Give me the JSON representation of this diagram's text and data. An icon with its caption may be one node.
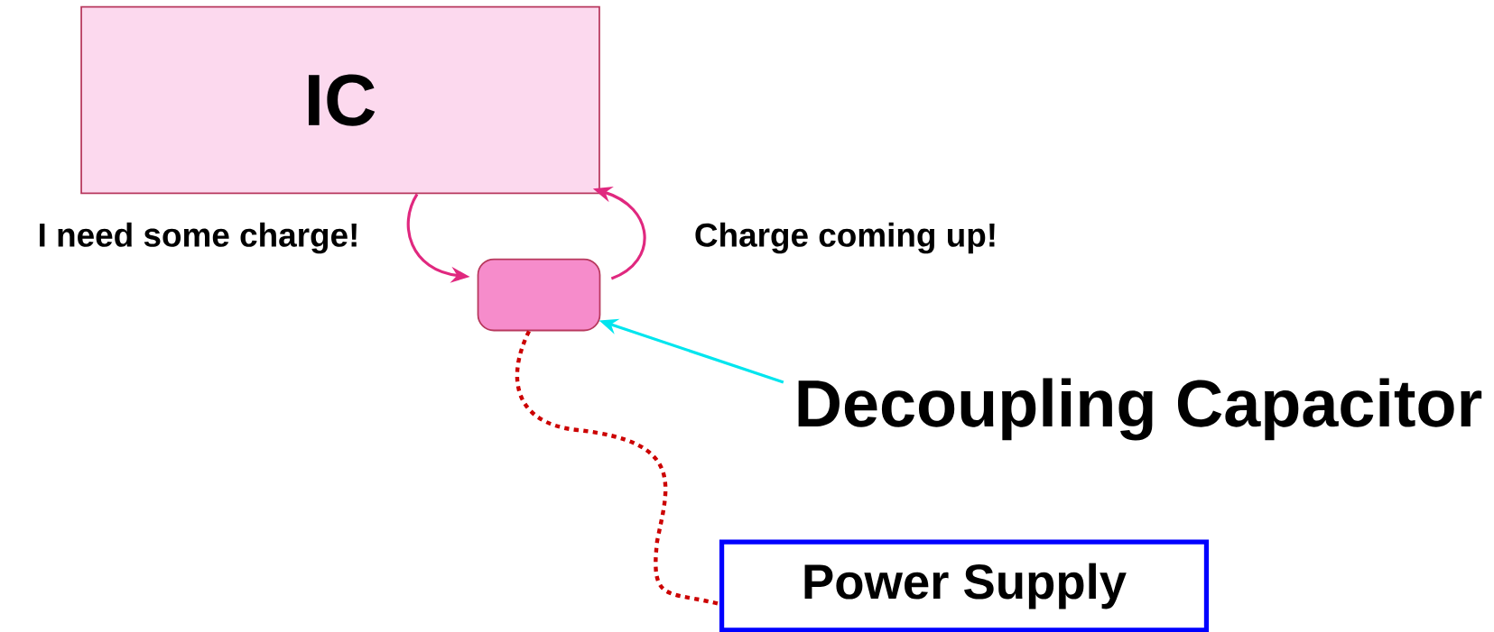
{
  "diagram": {
    "nodes": [
      {
        "text": [
          "IC"
        ]
      },
      {
        "text": [],
        "shape": "box"
      },
      {
        "text": [
          "Decoupling Capacitor"
        ]
      },
      {
        "text": [
          "Power Supply"
        ]
      }
    ],
    "edges": [
      {
        "from": 0,
        "to": 1,
        "arrow": "to",
        "label": "I need some charge!",
        "color": "#e0287f"
      },
      {
        "from": 1,
        "to": 0,
        "arrow": "to",
        "label": "Charge coming up!",
        "color": "#e0287f"
      },
      {
        "from": 2,
        "to": 1,
        "arrow": "to",
        "color": "#00e5ee"
      },
      {
        "from": 1,
        "to": 3,
        "arrow": "none",
        "style": "dashed",
        "color": "#cc0000"
      }
    ]
  }
}
